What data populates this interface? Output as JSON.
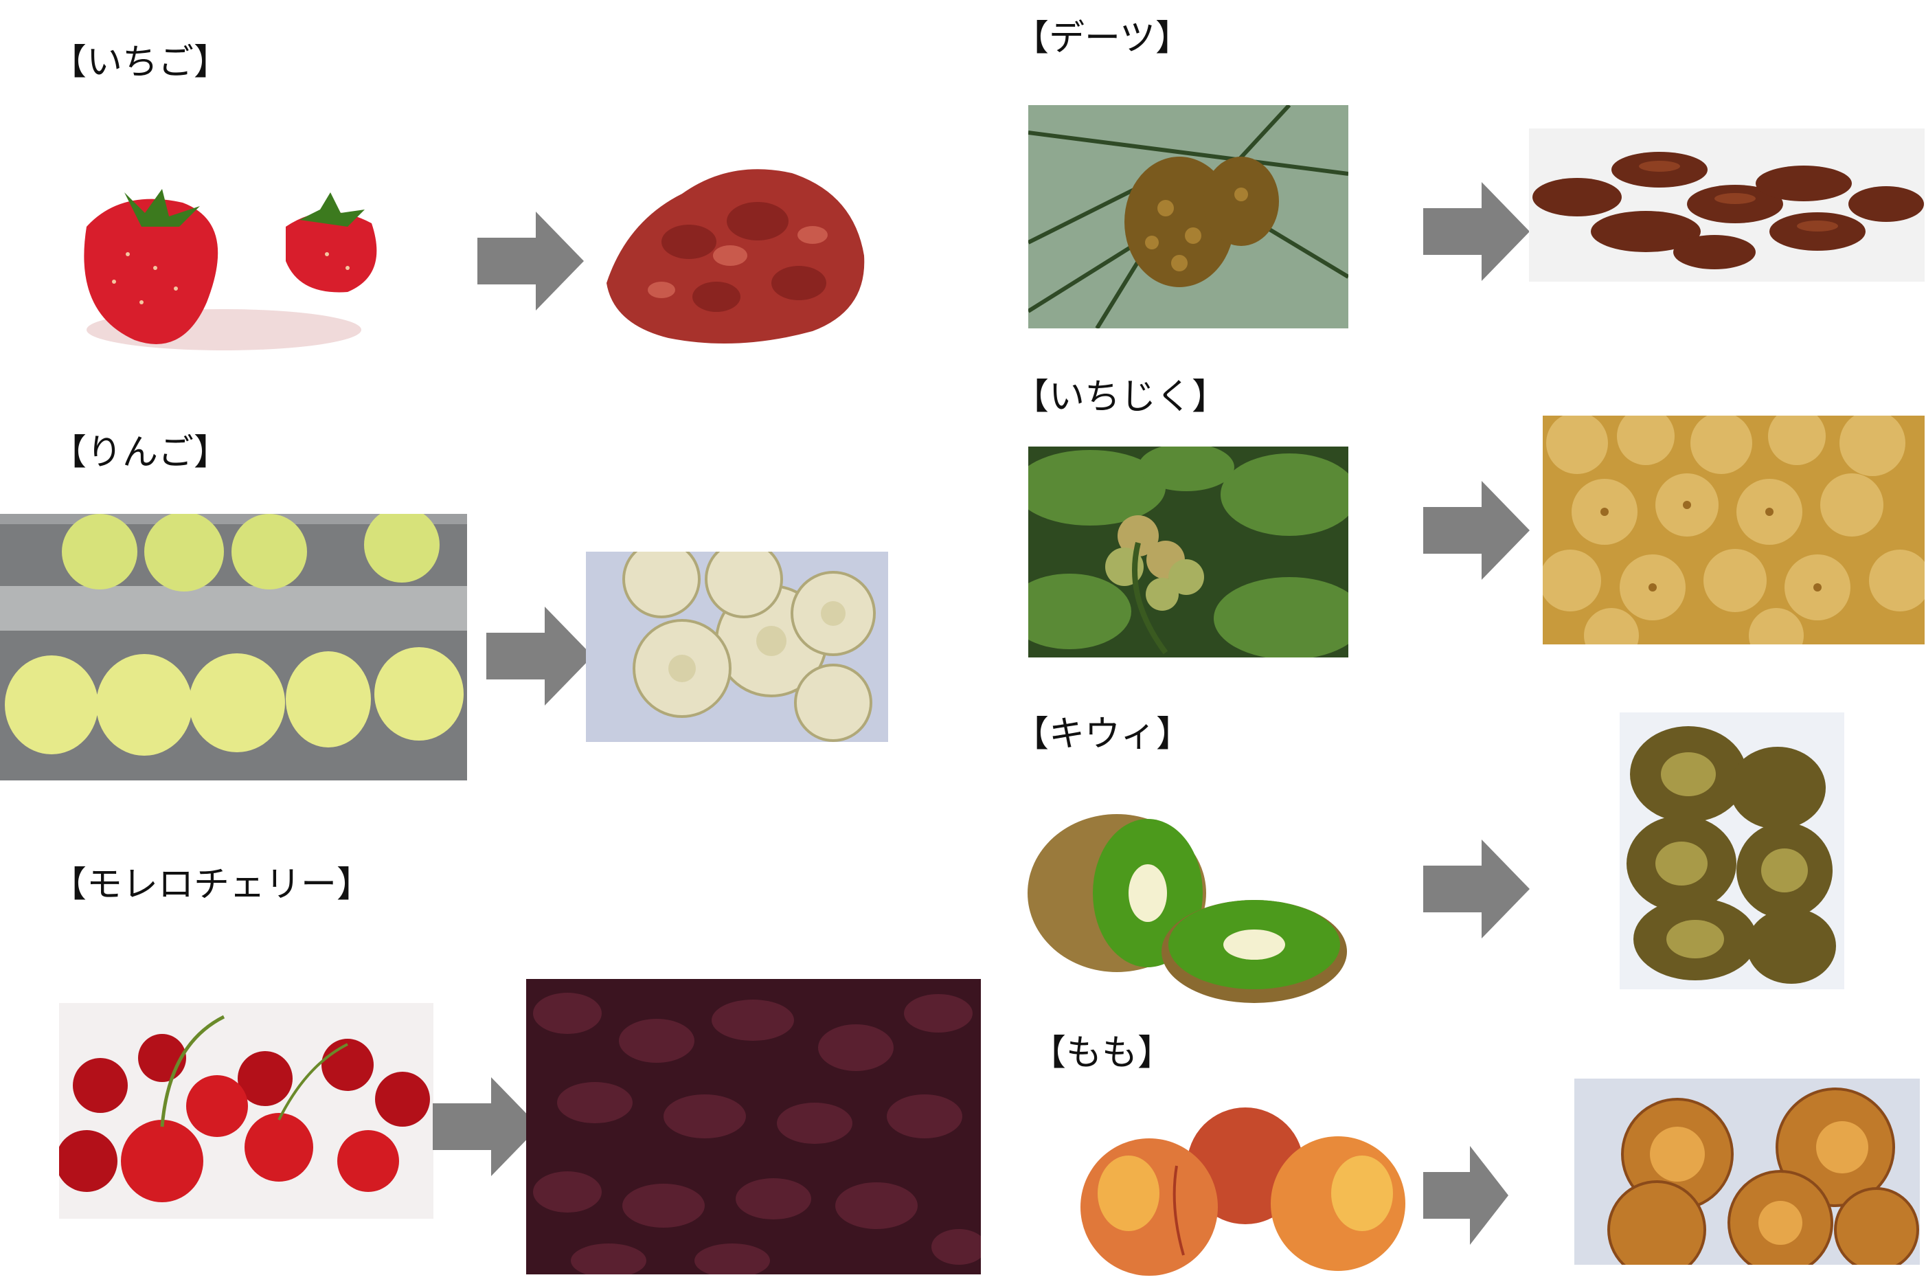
{
  "labels": {
    "strawberry": "【いちご】",
    "apple": "【りんご】",
    "morello": "【モレロチェリー】",
    "dates": "【デーツ】",
    "fig": "【いちじく】",
    "kiwi": "【キウィ】",
    "peach": "【もも】"
  },
  "colors": {
    "arrow": "#808080",
    "strawberry": "#d81e2c",
    "dried_strawberry": "#a8322c",
    "apple": "#d7e27a",
    "dried_apple": "#e7e1c4",
    "cherry": "#c3101e",
    "dried_cherry": "#4a1825",
    "date": "#6a2a17",
    "fig": "#c89a3c",
    "kiwi": "#4c9a1c",
    "peach": "#e0783a"
  },
  "icons": [
    "right-arrow-icon"
  ]
}
